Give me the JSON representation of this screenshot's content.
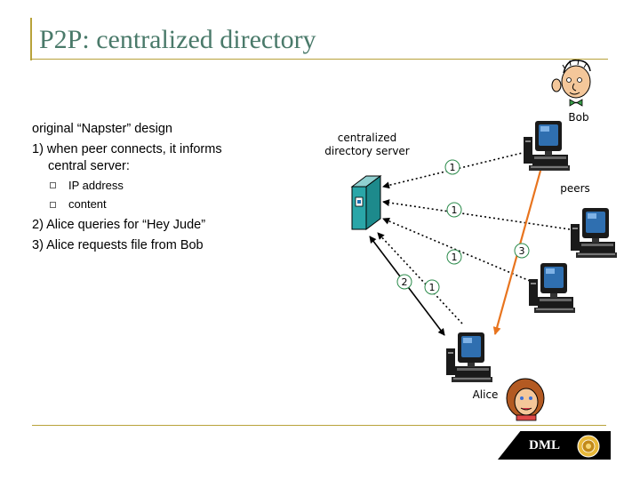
{
  "slide": {
    "title": "P2P: centralized directory"
  },
  "bullets": {
    "intro": "original “Napster” design",
    "step1_line1": "1) when peer connects, it informs",
    "step1_line2": "central server:",
    "sub_items": [
      "IP address",
      "content"
    ],
    "step2": "2) Alice queries for “Hey Jude”",
    "step3": "3) Alice requests file from Bob"
  },
  "diagram": {
    "server_label_line1": "centralized",
    "server_label_line2": "directory server",
    "bob_label": "Bob",
    "peers_label": "peers",
    "alice_label": "Alice",
    "badge_1": "1",
    "badge_2": "2",
    "badge_3": "3"
  },
  "logo": {
    "text": "DML"
  },
  "colors": {
    "title": "#4a7a6a",
    "rule": "#b8a23a",
    "orange_arrow": "#e8741e",
    "server": "#2aa6a8"
  }
}
